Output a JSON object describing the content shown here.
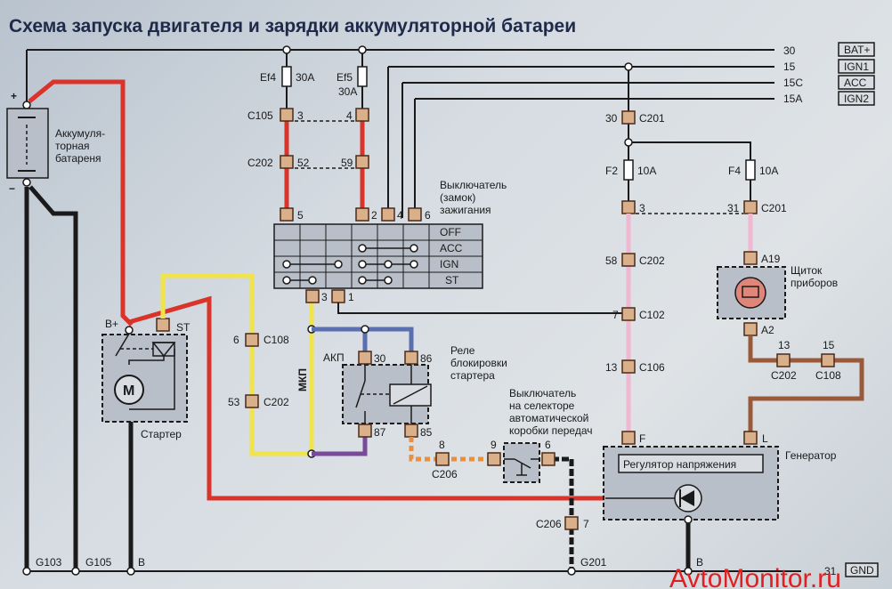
{
  "title": "Схема запуска двигателя и зарядки аккумуляторной батареи",
  "watermark": "AvtoMonitor.ru",
  "buses": [
    {
      "num": "30",
      "tag": "BAT+"
    },
    {
      "num": "15",
      "tag": "IGN1"
    },
    {
      "num": "15C",
      "tag": "ACC"
    },
    {
      "num": "15A",
      "tag": "IGN2"
    }
  ],
  "ground_bus": {
    "num": "31",
    "tag": "GND"
  },
  "battery": {
    "label_lines": [
      "Аккумуля-",
      "торная",
      "батареня"
    ],
    "plus": "+",
    "minus": "−"
  },
  "starter": {
    "label": "Стартер",
    "bplus": "B+",
    "st": "ST",
    "motor": "M"
  },
  "fuses": {
    "ef4": {
      "name": "Ef4",
      "rating": "30A"
    },
    "ef5": {
      "name": "Ef5",
      "rating": "30A"
    },
    "f2": {
      "name": "F2",
      "rating": "10A"
    },
    "f4": {
      "name": "F4",
      "rating": "10A"
    }
  },
  "connectors": {
    "c105_3": {
      "conn": "C105",
      "pin": "3"
    },
    "c105_4": {
      "pin": "4"
    },
    "c202_52": {
      "conn": "C202",
      "pin": "52"
    },
    "c202_59": {
      "pin": "59"
    },
    "c108_6": {
      "pin": "6",
      "conn": "C108"
    },
    "c202_53": {
      "pin": "53",
      "conn": "C202"
    },
    "c201_30": {
      "pin": "30",
      "conn": "C201"
    },
    "f2_3": {
      "pin": "3"
    },
    "c201_31": {
      "pin": "31",
      "conn": "C201"
    },
    "c202_58": {
      "pin": "58",
      "conn": "C202"
    },
    "c102_7": {
      "pin": "7",
      "conn": "C102"
    },
    "c106_13": {
      "pin": "13",
      "conn": "C106"
    },
    "a19": {
      "pin": "A19"
    },
    "a2": {
      "pin": "A2"
    },
    "c202_13": {
      "pin": "13",
      "conn": "C202"
    },
    "c108_15": {
      "pin": "15",
      "conn": "C108"
    },
    "c206_8": {
      "pin": "8",
      "conn": "C206"
    },
    "sel_9": {
      "pin": "9"
    },
    "sel_6": {
      "pin": "6"
    },
    "c206_7": {
      "conn": "C206",
      "pin": "7"
    },
    "gen_f": {
      "pin": "F"
    },
    "gen_l": {
      "pin": "L"
    }
  },
  "ignition_switch": {
    "label_lines": [
      "Выключатель",
      "(замок)",
      "зажигания"
    ],
    "pins_top": [
      "5",
      "2",
      "4",
      "6"
    ],
    "pins_bottom": [
      "3",
      "1"
    ],
    "positions": [
      "OFF",
      "ACC",
      "IGN",
      "ST"
    ]
  },
  "relay": {
    "label_lines": [
      "Реле",
      "блокировки",
      "стартера"
    ],
    "akp": "АКП",
    "pins": {
      "p30": "30",
      "p86": "86",
      "p87": "87",
      "p85": "85"
    }
  },
  "mkp_label": "МКП",
  "selector_switch": {
    "label_lines": [
      "Выключатель",
      "на селекторе",
      "автоматической",
      "коробки передач"
    ]
  },
  "cluster": {
    "label_lines": [
      "Щиток",
      "приборов"
    ]
  },
  "generator": {
    "label": "Генератор",
    "regulator": "Регулятор напряжения"
  },
  "grounds": {
    "g103": "G103",
    "g105": "G105",
    "b1": "B",
    "g201": "G201",
    "b2": "B"
  },
  "colors": {
    "red": "#d9332a",
    "yellow": "#f0e44a",
    "blue": "#5a6fb0",
    "purple": "#7a4a9a",
    "pink": "#f0b8d0",
    "brown": "#9a5a3a",
    "orange": "#e89040",
    "connector": "#d9b08a"
  }
}
